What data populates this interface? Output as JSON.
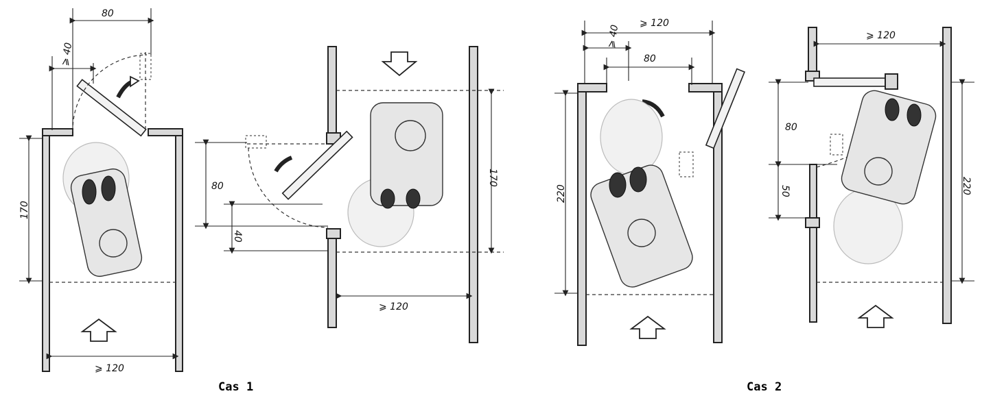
{
  "cas1": {
    "label": "Cas 1",
    "door_width": "80",
    "min_clearance": "⩾ 40",
    "depth": "170",
    "corridor_width": "⩾ 120",
    "side_door_width": "80",
    "side_offset": "40",
    "side_depth": "170",
    "side_corridor_width": "⩾ 120"
  },
  "cas2": {
    "label": "Cas 2",
    "top_width": "⩾ 120",
    "min_clearance": "⩾ 40",
    "door_width": "80",
    "depth": "220",
    "side_width": "⩾ 120",
    "side_door_width": "80",
    "side_offset": "50",
    "side_depth": "220"
  }
}
